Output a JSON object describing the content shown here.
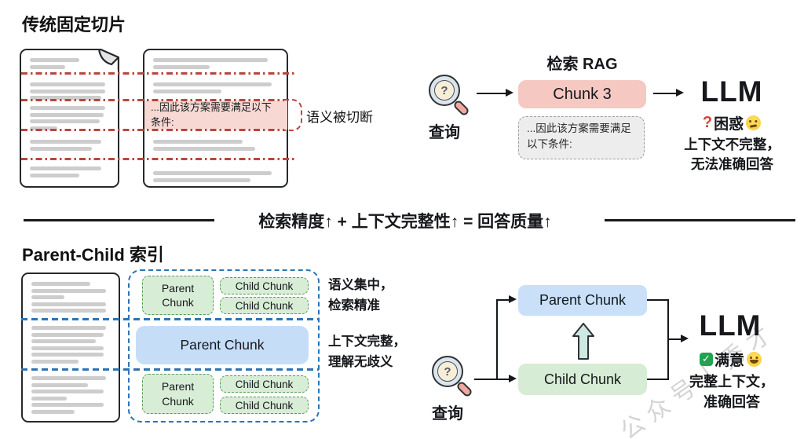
{
  "top": {
    "title": "传统固定切片",
    "cut_label": "语义被切断",
    "doc2_highlight": "...因此该方案需要满足以下条件:",
    "flow": {
      "query_mark": "?",
      "query_label": "查询",
      "rag_title": "检索 RAG",
      "chunk_box": "Chunk 3",
      "context_box": "...因此该方案需要满足以下条件:",
      "llm": "LLM",
      "status_mark": "?",
      "status_word": "困惑",
      "result_line1": "上下文不完整，",
      "result_line2": "无法准确回答"
    }
  },
  "divider": {
    "text": "检索精度↑ + 上下文完整性↑ = 回答质量↑"
  },
  "bottom": {
    "title": "Parent-Child 索引",
    "labels": {
      "semantic_line1": "语义集中，",
      "semantic_line2": "检索精准",
      "context_line1": "上下文完整，",
      "context_line2": "理解无歧义"
    },
    "index": {
      "row1_parent": "Parent Chunk",
      "row1_child1": "Child Chunk",
      "row1_child2": "Child Chunk",
      "row2_parent": "Parent Chunk",
      "row3_parent": "Parent Chunk",
      "row3_child1": "Child Chunk",
      "row3_child2": "Child Chunk"
    },
    "flow": {
      "query_mark": "?",
      "query_label": "查询",
      "parent_box": "Parent Chunk",
      "child_box": "Child Chunk",
      "llm": "LLM",
      "status_check": "✓",
      "status_word": "满意",
      "result_line1": "完整上下文，",
      "result_line2": "准确回答"
    }
  },
  "watermark": "公众号丨秀才",
  "icons": {
    "query": "magnifier-question-icon",
    "top_status_face": "confounded-face-emoji",
    "bottom_status_check": "green-check-badge",
    "bottom_status_face": "grinning-face-emoji",
    "promote_arrow": "block-up-arrow",
    "folded_corner": "page-fold"
  },
  "colors": {
    "cut_red": "#bb463d",
    "highlight_pink": "#f7d8d3",
    "chunk_pink": "#f5c8c2",
    "context_gray": "#ededed",
    "index_blue": "#2d74b5",
    "chunk_green_fill": "#d8edd6",
    "chunk_green_border": "#599a59",
    "parent_blue_fill": "#c6ddf8",
    "status_red": "#e03e3e",
    "status_green": "#21a351"
  },
  "decor": {
    "doc1_bands": [
      [
        0.62,
        0.45
      ],
      [
        0.95,
        0.95,
        0.9
      ],
      [
        0.95,
        0.93,
        0.88,
        0.35
      ],
      [
        0.9,
        0.78
      ],
      [
        0.9,
        0.62
      ]
    ],
    "doc2_bands": [
      [
        0.92,
        0.45
      ],
      [
        0.95,
        0.55
      ],
      [
        0.72,
        0.82
      ],
      [
        0.95,
        0.78
      ]
    ],
    "doc3_bands": [
      [
        0.75,
        0.95,
        0.42,
        0.95,
        0.95
      ],
      [
        0.95,
        0.92,
        0.82,
        0.92,
        0.92,
        0.6
      ],
      [
        0.95,
        0.72,
        0.92,
        0.45,
        0.92,
        0.55
      ]
    ]
  }
}
